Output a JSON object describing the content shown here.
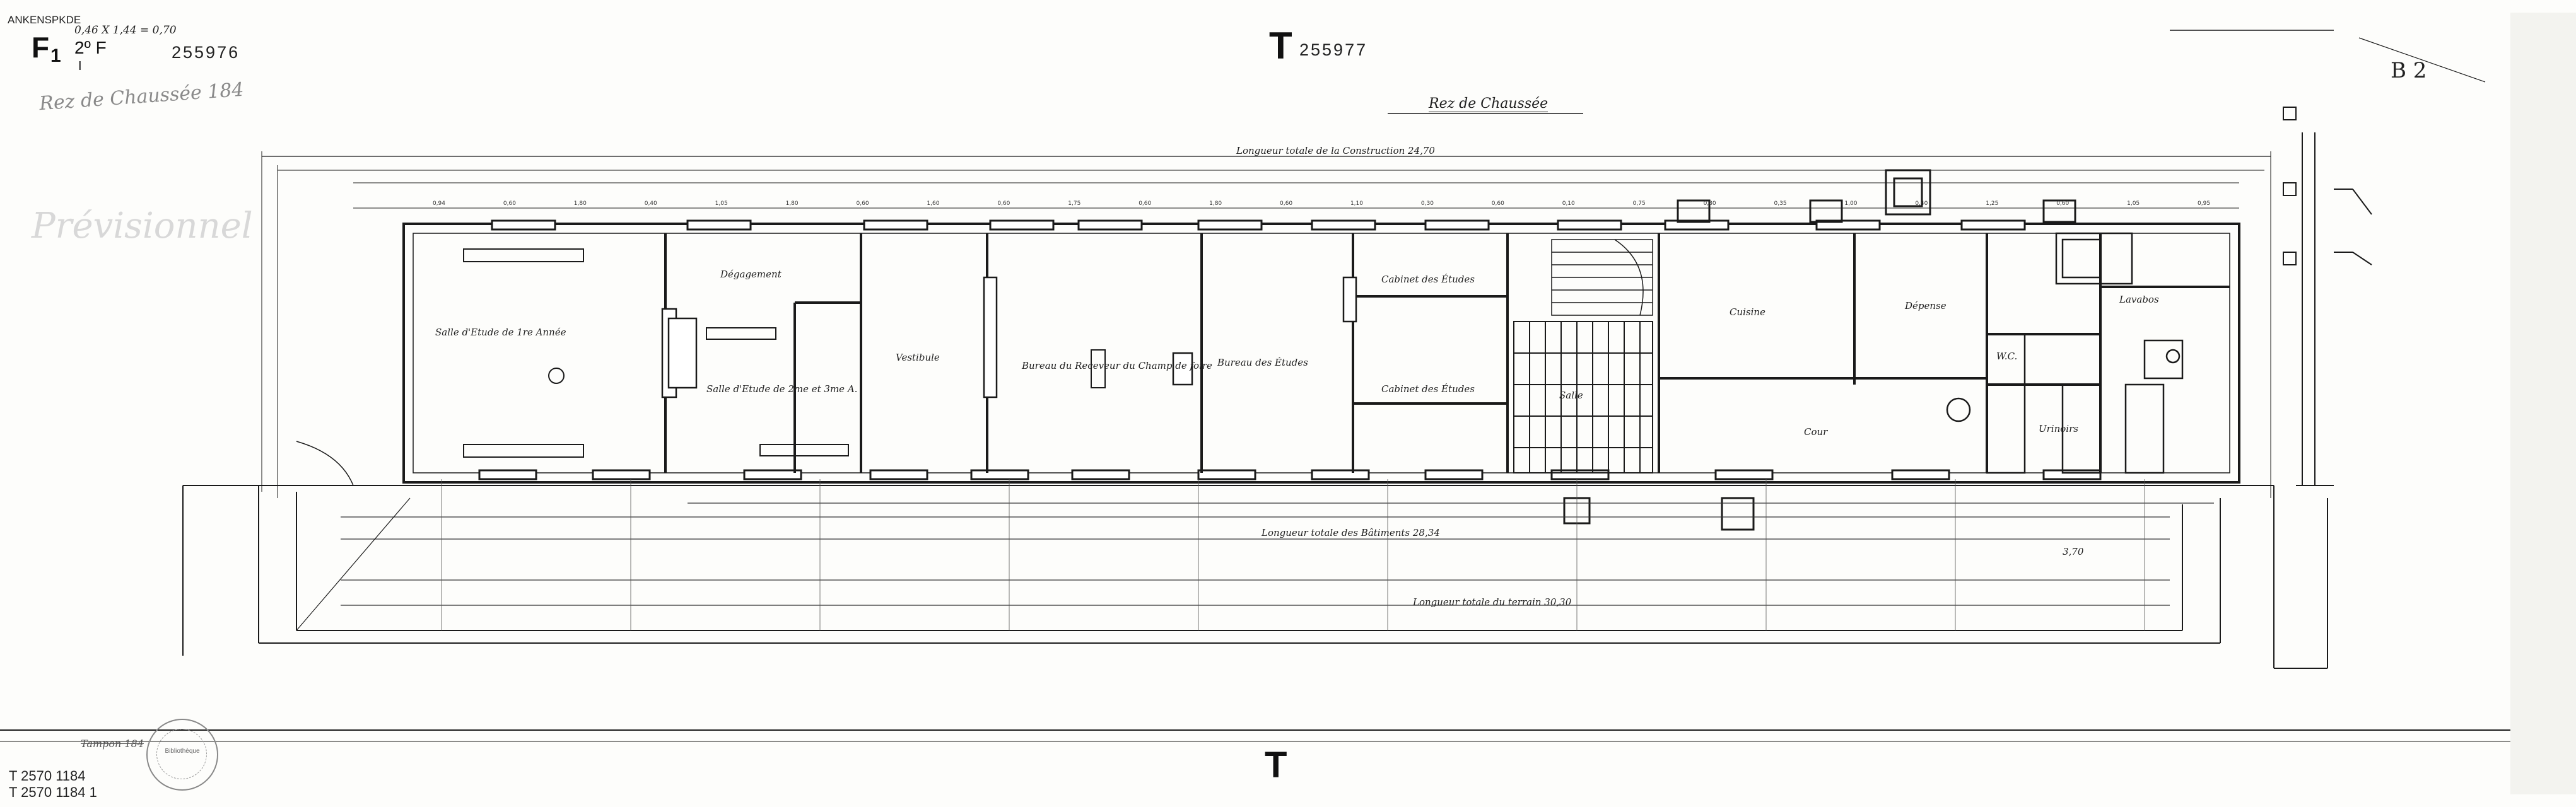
{
  "header": {
    "ref_top_left": "ANKENSPKDE",
    "scale_note": "0,46 X 1,44 = 0,70",
    "sheet_code": "F",
    "sheet_code_sub": "1",
    "sheet_code_b": "2º F",
    "sheet_code_b_sub": "I",
    "number_left": "255976",
    "stamp_center_letter": "T",
    "number_center": "255977",
    "pencil_note": "Rez de Chaussée 184",
    "faint_note": "Prévisionnel",
    "top_right": "B 2",
    "sheet_title": "Rez de Chaussée"
  },
  "dimensions": {
    "total_length_top": "Longueur totale de la Construction 24,70",
    "total_length_bottom": "Longueur totale des Bâtiments 28,34",
    "total_length_outer": "Longueur totale du terrain 30,30",
    "segment_labels": [
      "0,94",
      "0,60",
      "1,80",
      "0,40",
      "1,05",
      "1,80",
      "0,60",
      "1,60",
      "0,60",
      "1,75",
      "0,60",
      "1,80",
      "0,60",
      "1,10",
      "0,30",
      "0,60",
      "0,10",
      "0,75",
      "0,80",
      "0,35",
      "1,00",
      "0,40",
      "1,25",
      "0,60",
      "1,05",
      "0,95"
    ],
    "bottom_right": "3,70"
  },
  "rooms": [
    {
      "id": "salle-1",
      "label": "Salle d'Etude de 1re Année"
    },
    {
      "id": "degagement",
      "label": "Dégagement"
    },
    {
      "id": "salle-2",
      "label": "Salle d'Etude de 2me et 3me A."
    },
    {
      "id": "vestibule",
      "label": "Vestibule"
    },
    {
      "id": "bureau-receveur",
      "label": "Bureau du Receveur du Champ de foire"
    },
    {
      "id": "bureau-etudes",
      "label": "Bureau des Études"
    },
    {
      "id": "cabinet",
      "label": "Cabinet des Études"
    },
    {
      "id": "cabinet-2",
      "label": "Cabinet des Études"
    },
    {
      "id": "salle",
      "label": "Salle"
    },
    {
      "id": "cuisine",
      "label": "Cuisine"
    },
    {
      "id": "depense",
      "label": "Dépense"
    },
    {
      "id": "cour",
      "label": "Cour"
    },
    {
      "id": "lavabos",
      "label": "Lavabos"
    },
    {
      "id": "wc",
      "label": "W.C."
    },
    {
      "id": "urinoirs",
      "label": "Urinoirs"
    }
  ],
  "footer": {
    "handwritten_marks": "Tampon 184",
    "catalogue_left": "T 2570 1184",
    "catalogue_sub": "T 2570 1184 1",
    "bottom_letter": "T",
    "seal": "Bibliothèque"
  },
  "colors": {
    "paper": "#fdfdfb",
    "ink": "#111111",
    "pencil": "#9a9a9a"
  }
}
